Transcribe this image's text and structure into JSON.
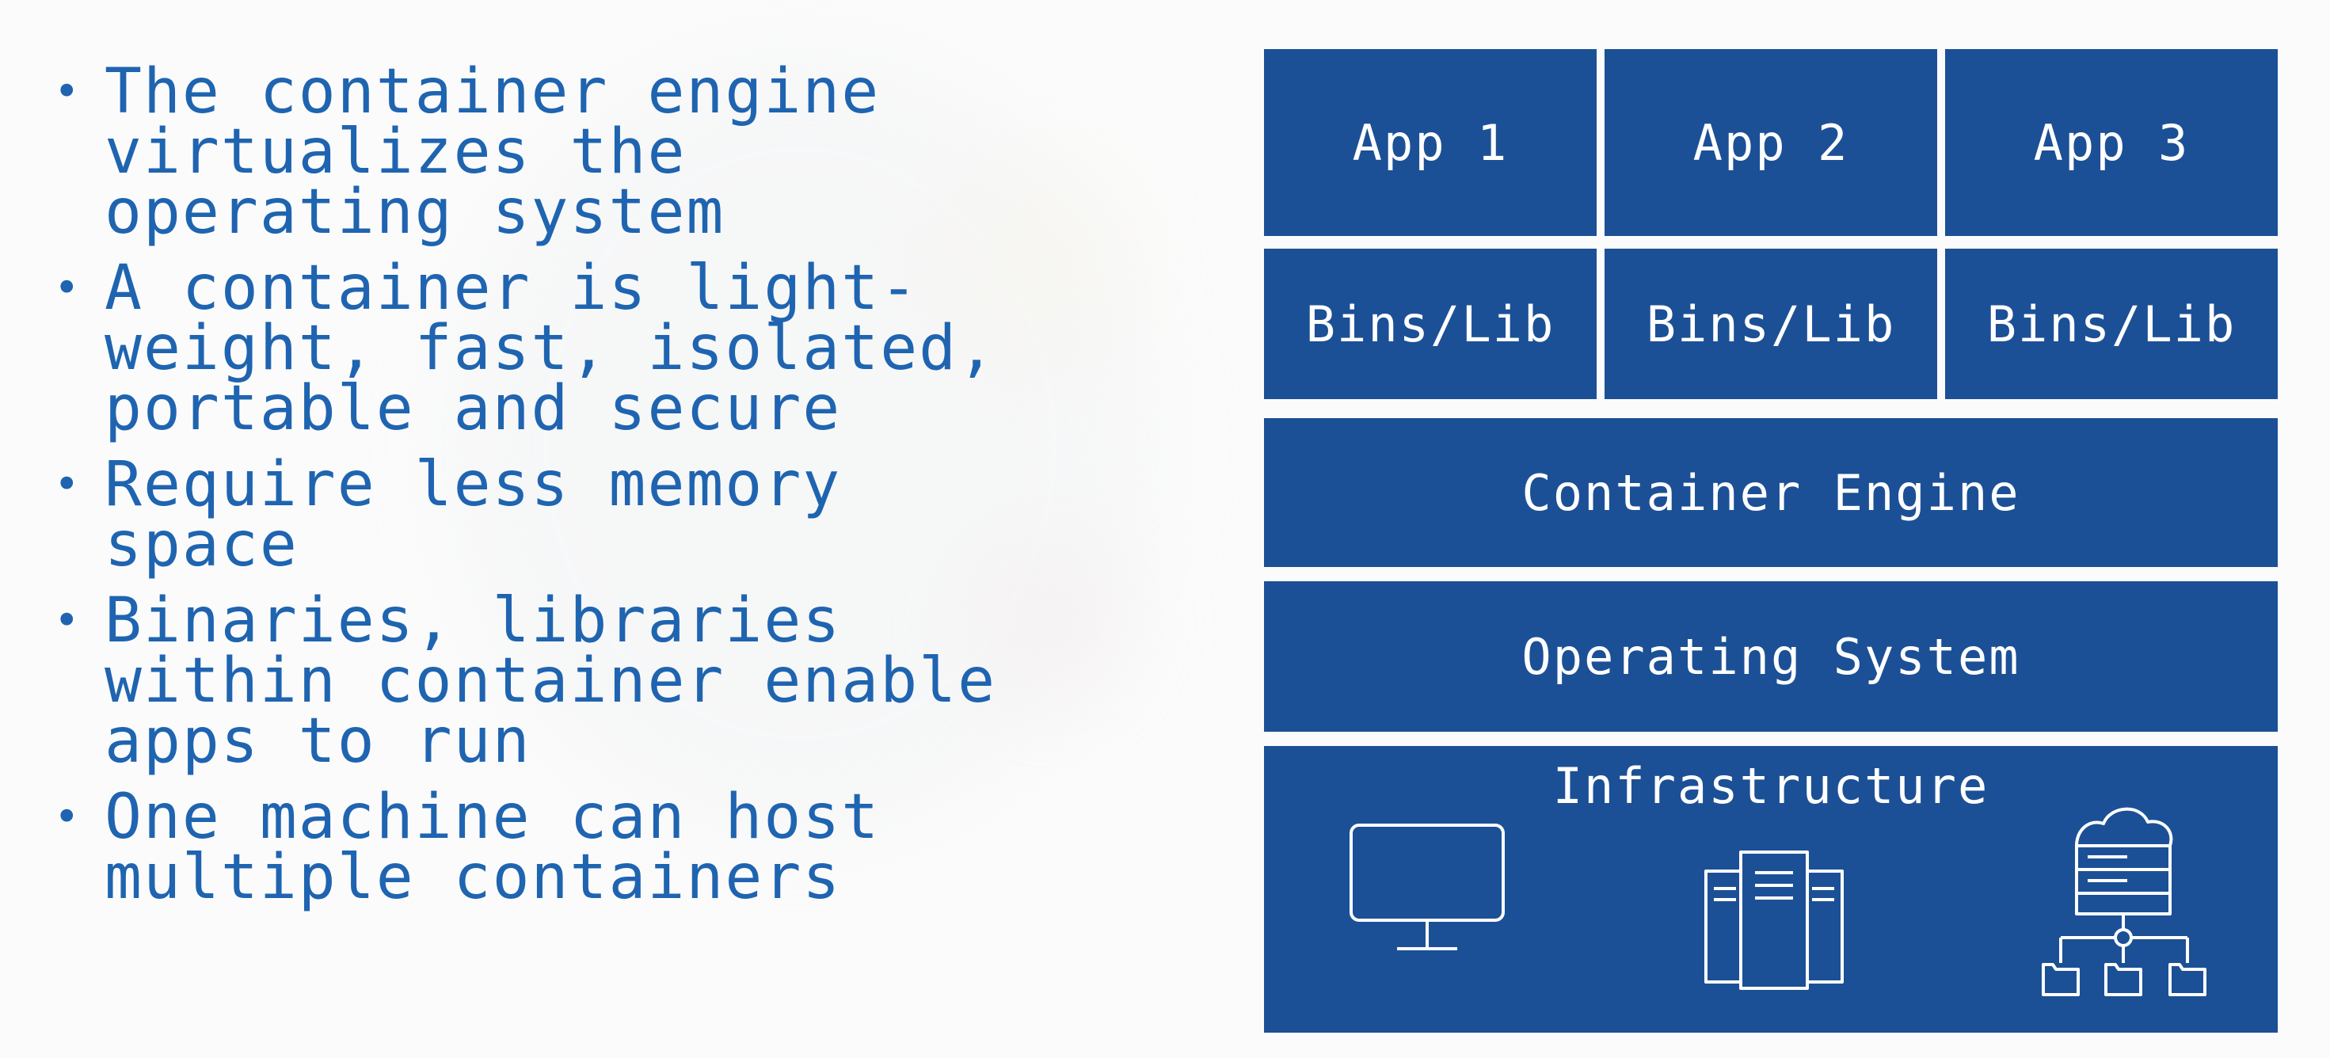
{
  "bullets": [
    "The container engine\nvirtualizes the\noperating system",
    "A container is light-\nweight, fast, isolated,\nportable and secure",
    "Require less memory\nspace",
    "Binaries, libraries\nwithin container enable\napps to run",
    "One machine can host\nmultiple containers"
  ],
  "bullet_marker": "•",
  "diagram": {
    "apps": [
      "App 1",
      "App 2",
      "App 3"
    ],
    "bins": [
      "Bins/Lib",
      "Bins/Lib",
      "Bins/Lib"
    ],
    "engine": "Container Engine",
    "os": "Operating System",
    "infrastructure": "Infrastructure",
    "infra_icons": [
      "monitor-icon",
      "server-icon",
      "cloud-network-icon"
    ]
  },
  "colors": {
    "text_blue": "#1f64b0",
    "box_blue": "#1c5096",
    "box_text": "#ffffff",
    "background": "#fbfbfb"
  }
}
